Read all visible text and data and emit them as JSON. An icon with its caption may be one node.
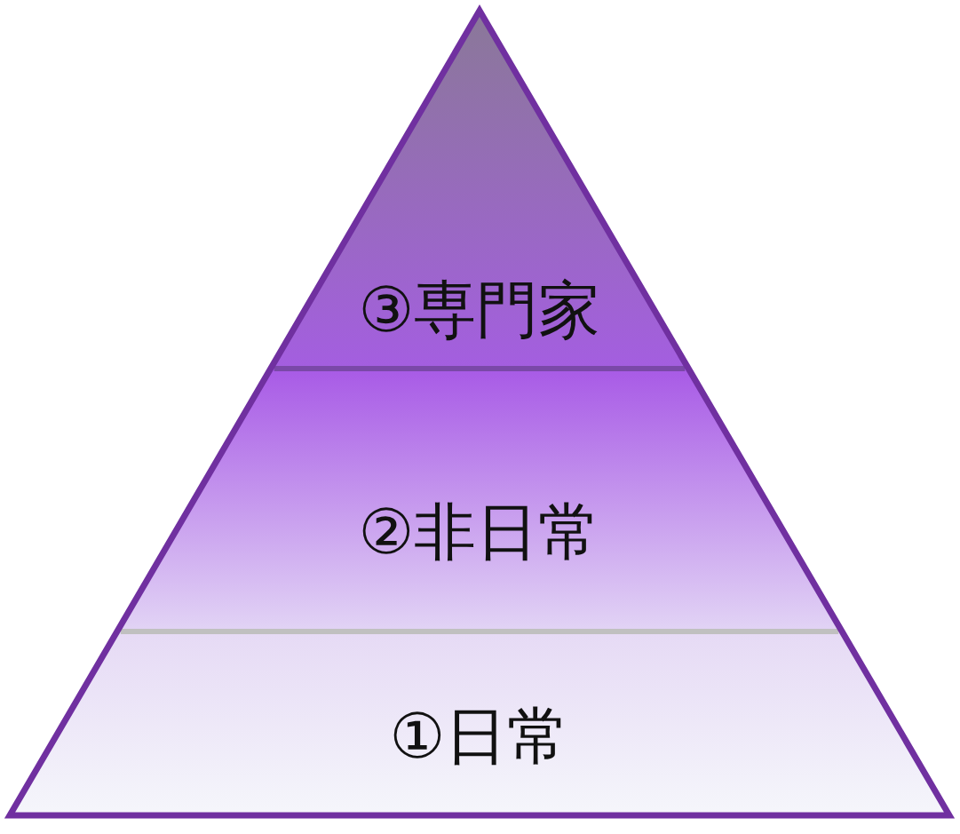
{
  "diagram": {
    "nodes": [
      {
        "text": [
          "③専門家"
        ]
      },
      {
        "text": [
          "②非日常"
        ]
      },
      {
        "text": [
          "①日常"
        ]
      }
    ],
    "edges": []
  }
}
